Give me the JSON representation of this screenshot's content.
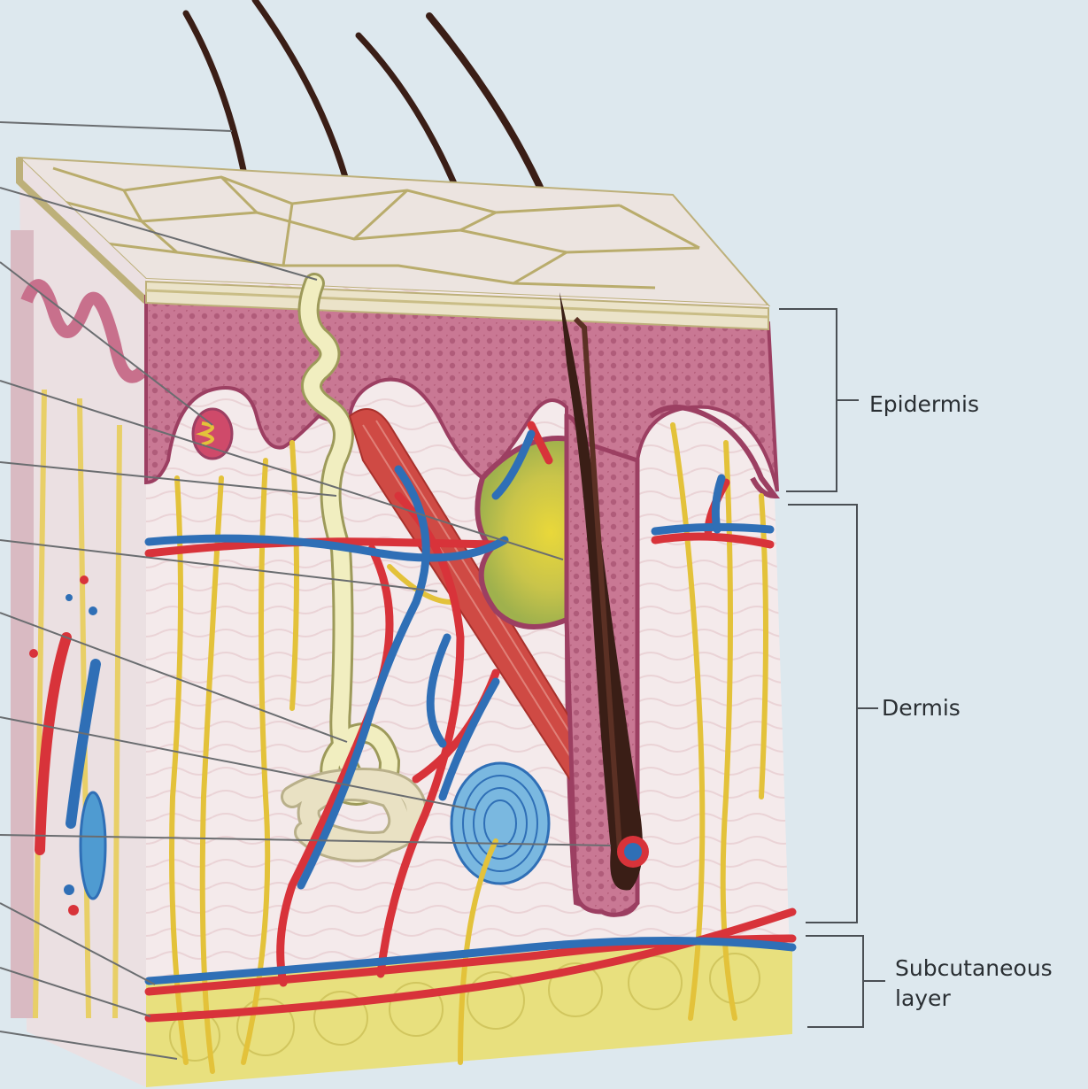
{
  "diagram": {
    "layers": [
      {
        "id": "epidermis",
        "label": "Epidermis"
      },
      {
        "id": "dermis",
        "label": "Dermis"
      },
      {
        "id": "subcutaneous",
        "label": "Subcutaneous\nlayer"
      }
    ],
    "leader_line_count": 12,
    "colors": {
      "background": "#dde8ee",
      "artery": "#d8333a",
      "vein": "#2f6fb6",
      "nerve": "#e3c23a",
      "epidermis": "#c8708c",
      "dermis": "#f3e9ea",
      "fat": "#e8e07e",
      "hair": "#3a1e16",
      "sebaceous_gland": "#a7b84e",
      "pacinian_corpuscle": "#4f9bd1"
    }
  }
}
